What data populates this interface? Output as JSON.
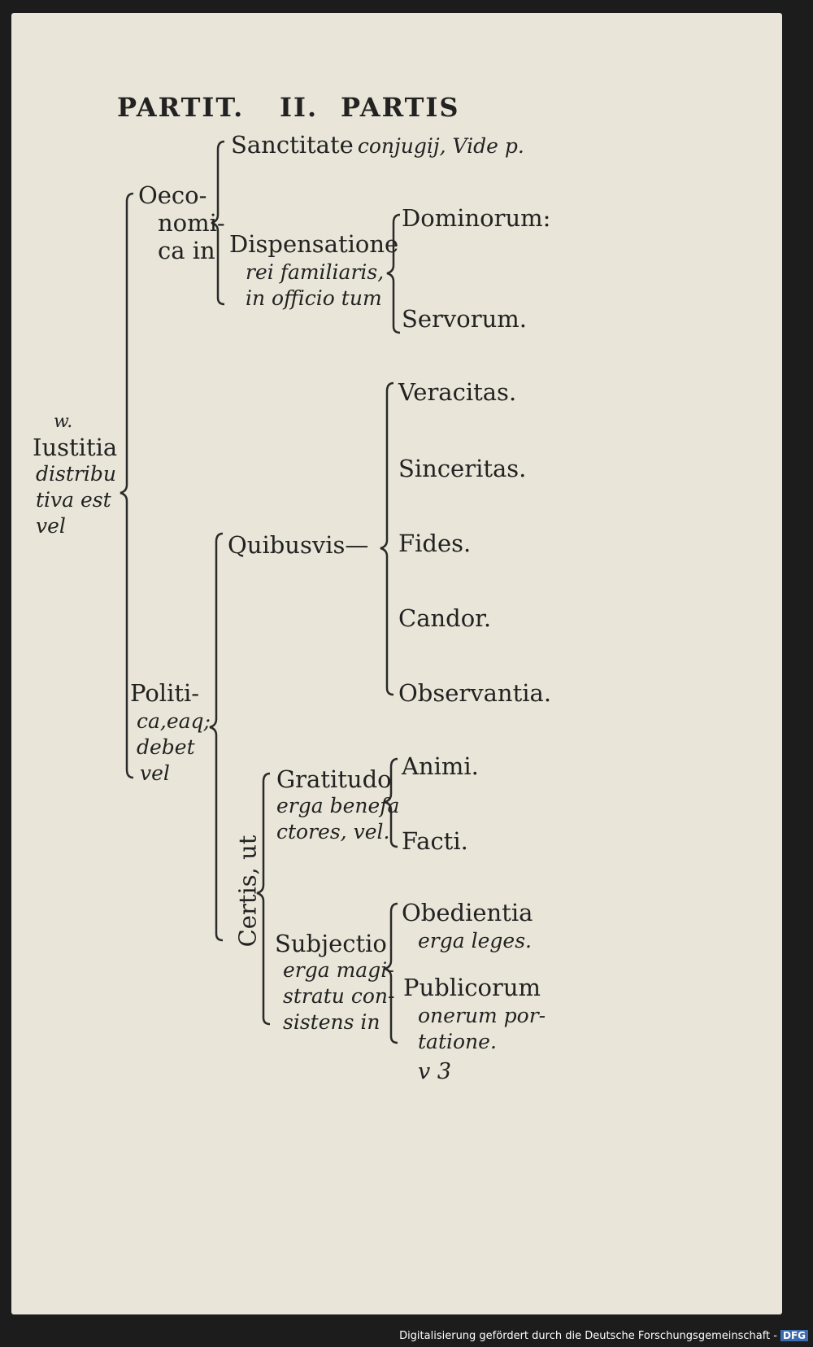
{
  "header": {
    "left": "PARTIT.",
    "center": "II.",
    "right": "PARTIS"
  },
  "root": {
    "mark": "w.",
    "line1": "Iustitia",
    "line2": "distribu",
    "line3": "tiva est",
    "line4": "vel"
  },
  "oeco": {
    "line1": "Oeco-",
    "line2": "nomi-",
    "line3": "ca in"
  },
  "sanct": {
    "roman": "Sanctitate",
    "italic": "conjugij, Vide p."
  },
  "disp": {
    "line1": "Dispensatione",
    "line2": "rei familiaris,",
    "line3": "in officio tum"
  },
  "dominorum": "Dominorum:",
  "servorum": "Servorum.",
  "politica": {
    "line1": "Politi-",
    "line2": "ca,eaq;",
    "line3": "debet",
    "line4": "vel"
  },
  "quibusvis": "Quibusvis—",
  "virtues": [
    "Veracitas.",
    "Sinceritas.",
    "Fides.",
    "Candor.",
    "Observantia."
  ],
  "certis": "Certis, ut",
  "grat": {
    "line1": "Gratitudo",
    "line2": "erga benefa",
    "line3": "ctores, vel."
  },
  "animi": "Animi.",
  "facti": "Facti.",
  "subj": {
    "line1": "Subjectio",
    "line2": "erga magi-",
    "line3": "stratu con-",
    "line4": "sistens in"
  },
  "obed": {
    "line1": "Obedientia",
    "line2": "erga leges."
  },
  "publ": {
    "line1": "Publicorum",
    "line2": "onerum por-",
    "line3": "tatione."
  },
  "signature": "v 3",
  "footer": {
    "text": "Digitalisierung gefördert durch die Deutsche Forschungsgemeinschaft -",
    "logo": "DFG"
  }
}
